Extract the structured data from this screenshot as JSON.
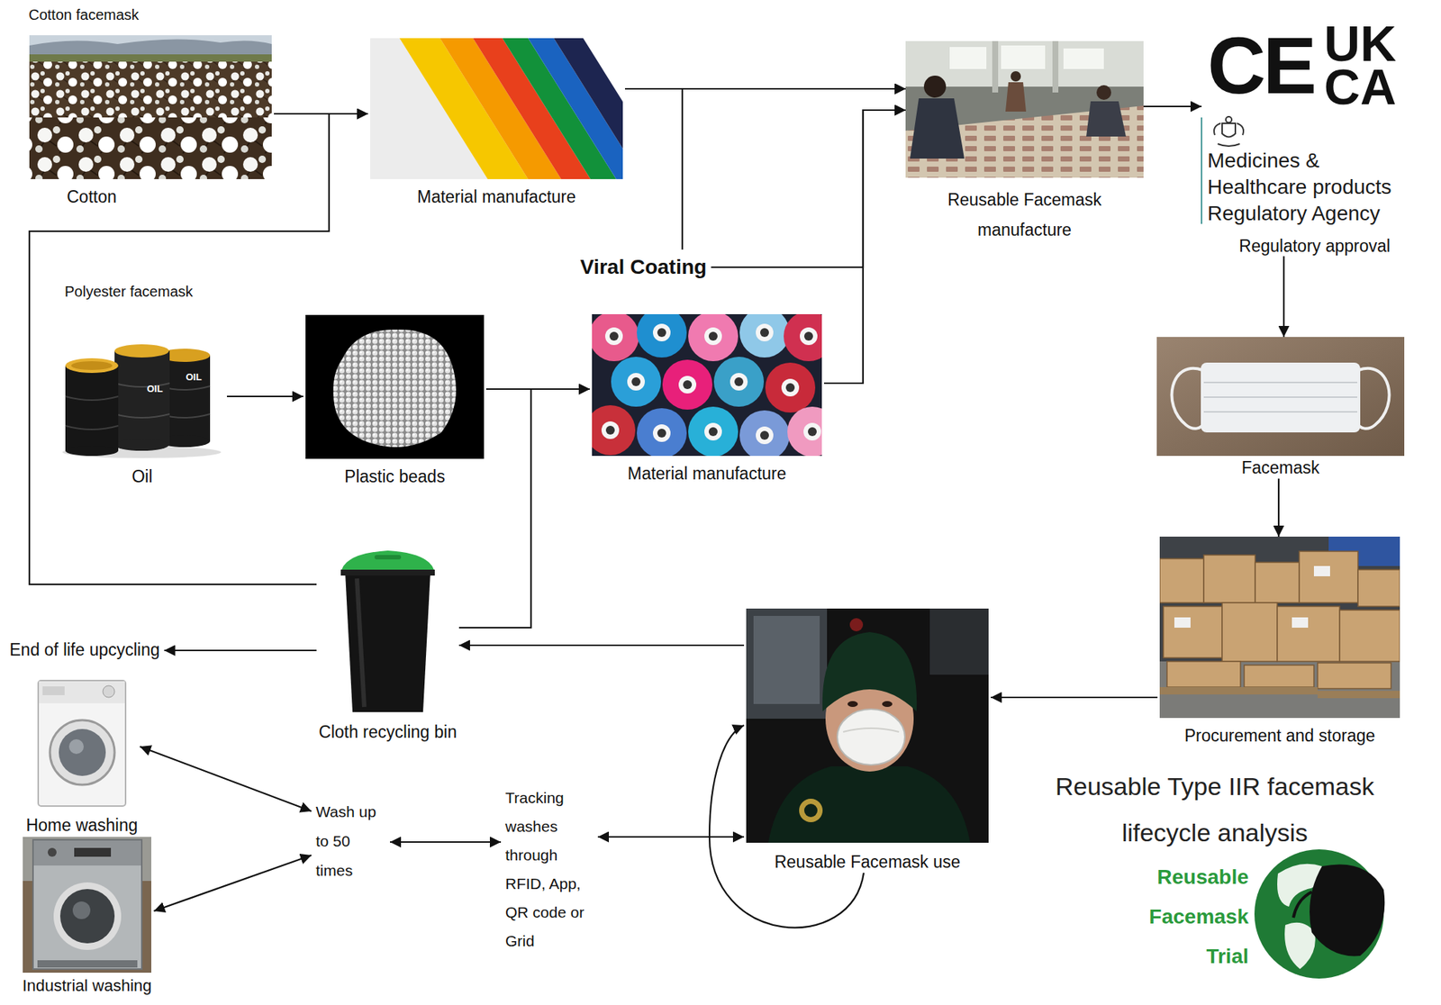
{
  "diagram": {
    "title": "Reusable Type IIR facemask lifecycle analysis",
    "nodes": [
      {
        "text": [
          "Cotton facemask",
          "Cotton"
        ]
      },
      {
        "text": [
          "Material manufacture"
        ]
      },
      {
        "text": [
          "Reusable Facemask manufacture"
        ]
      },
      {
        "text": [
          "CE",
          "UK CA",
          "Medicines & Healthcare products Regulatory Agency",
          "Regulatory approval"
        ]
      },
      {
        "text": [
          "Viral Coating"
        ]
      },
      {
        "text": [
          "Polyester facemask",
          "Oil"
        ]
      },
      {
        "text": [
          "Plastic beads"
        ]
      },
      {
        "text": [
          "Material manufacture"
        ]
      },
      {
        "text": [
          "Facemask"
        ]
      },
      {
        "text": [
          "End of life upcycling"
        ]
      },
      {
        "text": [
          "Cloth recycling bin"
        ]
      },
      {
        "text": [
          "Reusable Facemask use"
        ]
      },
      {
        "text": [
          "Procurement and storage"
        ]
      },
      {
        "text": [
          "Home washing"
        ]
      },
      {
        "text": [
          "Wash up to 50 times"
        ]
      },
      {
        "text": [
          "Tracking washes through RFID, App, QR code or Grid"
        ]
      },
      {
        "text": [
          "Industrial washing"
        ]
      }
    ],
    "edges": [
      {
        "from": 0,
        "to": 1,
        "arrow": "to"
      },
      {
        "from": 1,
        "to": 2,
        "arrow": "to"
      },
      {
        "from": 4,
        "to": 2,
        "arrow": "to"
      },
      {
        "from": 4,
        "to": 2,
        "arrow": "to"
      },
      {
        "from": 7,
        "to": 2,
        "arrow": "to"
      },
      {
        "from": 2,
        "to": 3,
        "arrow": "to"
      },
      {
        "from": 5,
        "to": 6,
        "arrow": "to"
      },
      {
        "from": 6,
        "to": 7,
        "arrow": "to"
      },
      {
        "from": 10,
        "to": 7,
        "arrow": "to"
      },
      {
        "from": 10,
        "to": 1,
        "arrow": "to"
      },
      {
        "from": 3,
        "to": 8,
        "arrow": "to"
      },
      {
        "from": 8,
        "to": 12,
        "arrow": "to"
      },
      {
        "from": 12,
        "to": 11,
        "arrow": "to"
      },
      {
        "from": 11,
        "to": 10,
        "arrow": "to"
      },
      {
        "from": 10,
        "to": 9,
        "arrow": "to"
      },
      {
        "from": 13,
        "to": 14,
        "arrow": "both"
      },
      {
        "from": 16,
        "to": 14,
        "arrow": "both"
      },
      {
        "from": 14,
        "to": 15,
        "arrow": "both"
      },
      {
        "from": 15,
        "to": 11,
        "arrow": "both"
      },
      {
        "from": 11,
        "to": 11,
        "arrow": "to"
      }
    ],
    "labels": [
      "OIL",
      "OIL",
      "Reusable Facemask Trial"
    ]
  }
}
